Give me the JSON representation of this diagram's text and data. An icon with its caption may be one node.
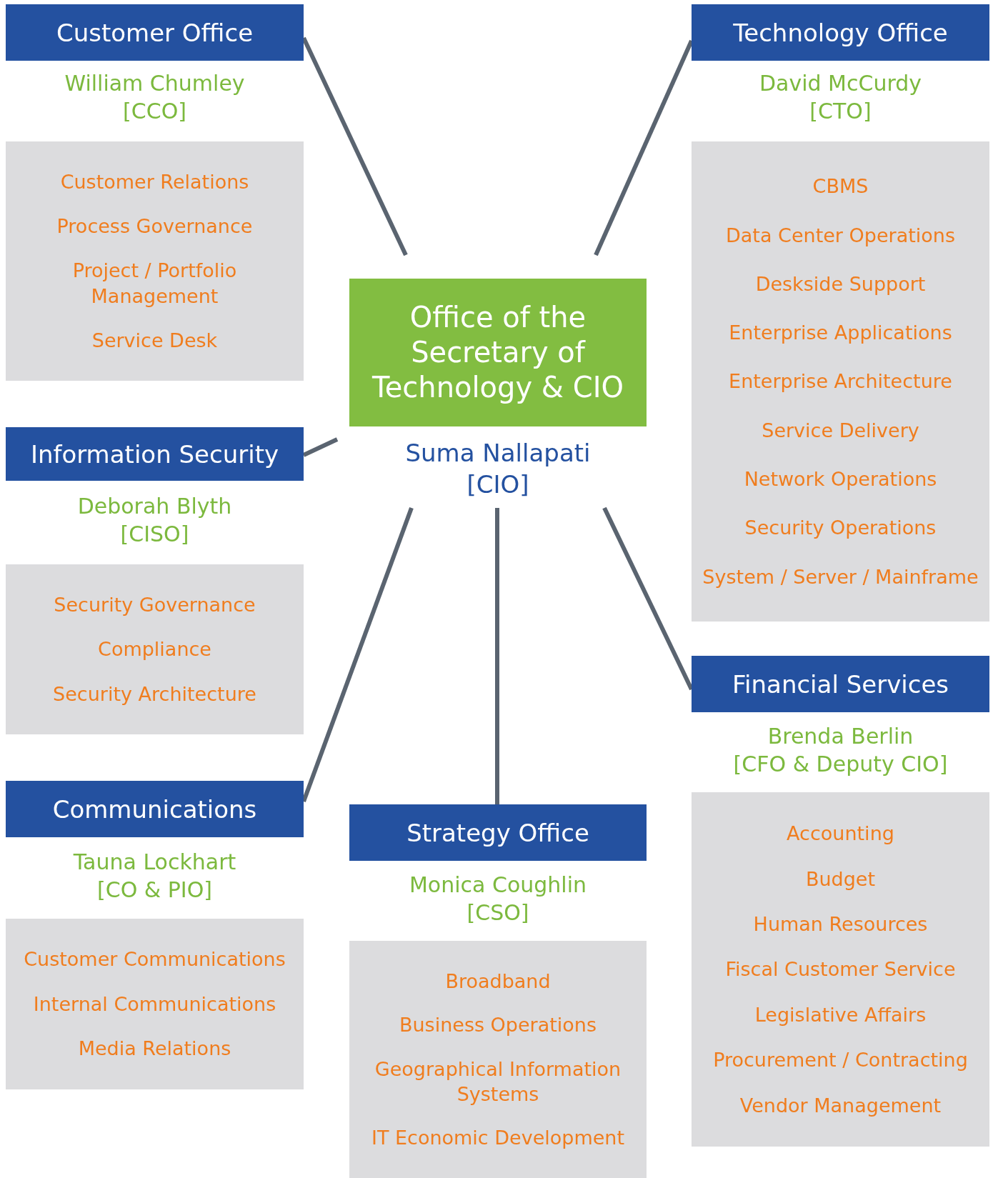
{
  "diagram": {
    "nodes": [
      {
        "text": [
          "Office of the Secretary of Technology & CIO"
        ],
        "beside": [
          "Suma Nallapati",
          "[CIO]"
        ]
      },
      {
        "text": [
          "Customer Office"
        ],
        "beside": [
          "William Chumley",
          "[CCO]"
        ]
      },
      {
        "text": [
          "Customer Relations",
          "Process Governance",
          "Project / Portfolio Management",
          "Service Desk"
        ]
      },
      {
        "text": [
          "Technology Office"
        ],
        "beside": [
          "David McCurdy",
          "[CTO]"
        ]
      },
      {
        "text": [
          "CBMS",
          "Data Center Operations",
          "Deskside Support",
          "Enterprise Applications",
          "Enterprise Architecture",
          "Service Delivery",
          "Network Operations",
          "Security Operations",
          "System / Server / Mainframe"
        ]
      },
      {
        "text": [
          "Information Security"
        ],
        "beside": [
          "Deborah Blyth",
          "[CISO]"
        ]
      },
      {
        "text": [
          "Security Governance",
          "Compliance",
          "Security Architecture"
        ]
      },
      {
        "text": [
          "Financial Services"
        ],
        "beside": [
          "Brenda Berlin",
          "[CFO & Deputy CIO]"
        ]
      },
      {
        "text": [
          "Accounting",
          "Budget",
          "Human Resources",
          "Fiscal Customer Service",
          "Legislative Affairs",
          "Procurement / Contracting",
          "Vendor Management"
        ]
      },
      {
        "text": [
          "Communications"
        ],
        "beside": [
          "Tauna Lockhart",
          "[CO & PIO]"
        ]
      },
      {
        "text": [
          "Customer Communications",
          "Internal Communications",
          "Media Relations"
        ]
      },
      {
        "text": [
          "Strategy Office"
        ],
        "beside": [
          "Monica Coughlin",
          "[CSO]"
        ]
      },
      {
        "text": [
          "Broadband",
          "Business Operations",
          "Geographical Information Systems",
          "IT Economic Development"
        ]
      }
    ],
    "edges": [
      {
        "from": 0,
        "to": 1,
        "arrow": "none"
      },
      {
        "from": 0,
        "to": 3,
        "arrow": "none"
      },
      {
        "from": 0,
        "to": 5,
        "arrow": "none"
      },
      {
        "from": 0,
        "to": 9,
        "arrow": "none"
      },
      {
        "from": 0,
        "to": 11,
        "arrow": "none"
      },
      {
        "from": 0,
        "to": 7,
        "arrow": "none"
      }
    ]
  }
}
